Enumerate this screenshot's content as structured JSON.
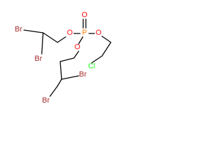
{
  "molecule": {
    "atoms": {
      "phosphorus": "P",
      "oxo_oxygen": "O",
      "ester_oxygen_left": "O",
      "ester_oxygen_right": "O",
      "ester_oxygen_bottom": "O",
      "bromine_top_1": "Br",
      "bromine_top_2": "Br",
      "bromine_bottom_1": "Br",
      "bromine_bottom_2": "Br",
      "chlorine": "Cl"
    }
  },
  "colors": {
    "bond": "#000000",
    "oxygen": "#ff0d0d",
    "phosphorus": "#ff8000",
    "bromine": "#a62929",
    "chlorine": "#1ff01f"
  }
}
